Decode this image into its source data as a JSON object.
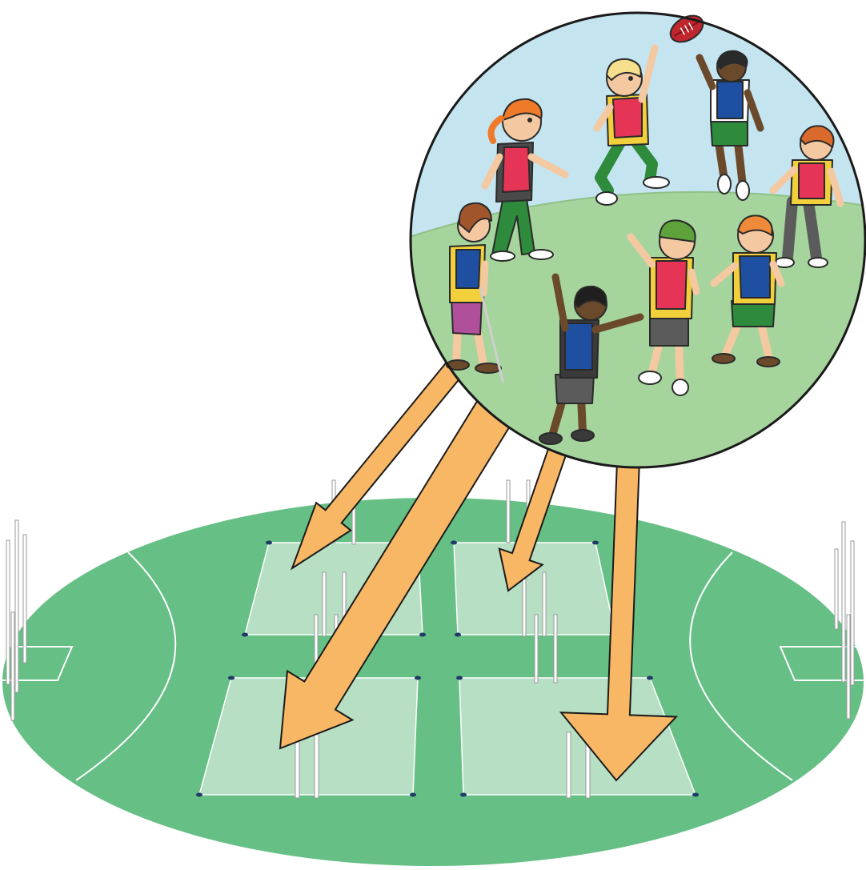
{
  "colors": {
    "background": "#ffffff",
    "field_green": "#66bf85",
    "field_line": "#ffffff",
    "zone_fill": "#b6dfc4",
    "zone_marker": "#1f3a66",
    "goal_post": "#ffffff",
    "goal_post_outline": "#9a9a9a",
    "arrow_fill": "#f8b765",
    "arrow_outline": "#1a1a1a",
    "sky": "#c4e4ef",
    "grass": "#a6d49d",
    "bib_red": "#e63456",
    "bib_blue": "#1f4fa0",
    "shirt_yellow": "#f2d03c",
    "shorts_green": "#2e8b3c",
    "shorts_grey": "#5b5b5b",
    "shorts_purple": "#b0509a",
    "ball": "#c0262e"
  },
  "icons": {
    "ball": "football-icon",
    "arrow": "pointer-arrow-icon",
    "post": "goal-post-icon"
  },
  "players": [
    {
      "name": "ponytail-girl",
      "bib": "red"
    },
    {
      "name": "curly-blonde-jumper",
      "bib": "red"
    },
    {
      "name": "dark-haired-jumper",
      "bib": "blue"
    },
    {
      "name": "red-haired-boy",
      "bib": "red"
    },
    {
      "name": "boy-with-crutch",
      "bib": "blue"
    },
    {
      "name": "boy-green-beanie",
      "bib": "red"
    },
    {
      "name": "orange-haired-boy",
      "bib": "blue"
    },
    {
      "name": "curly-dark-boy",
      "bib": "blue"
    }
  ]
}
